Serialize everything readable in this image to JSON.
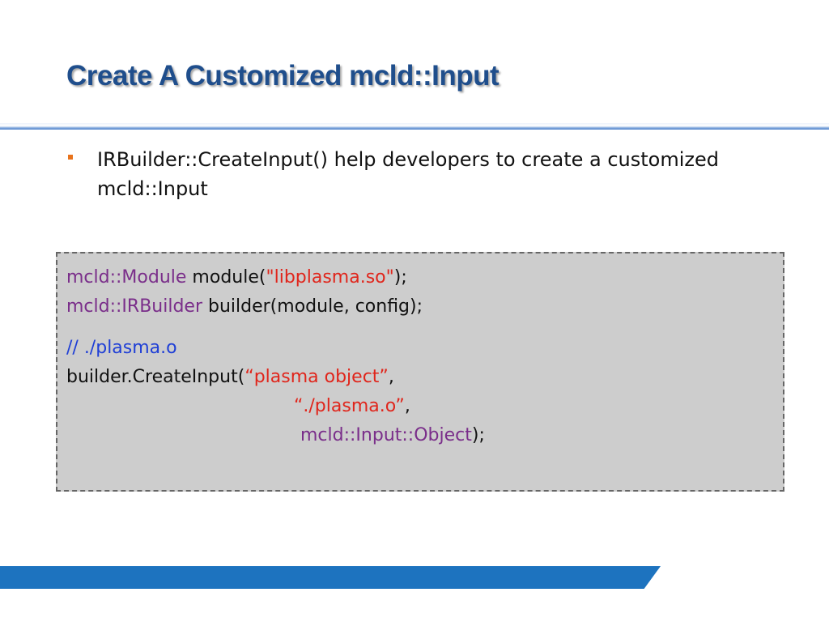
{
  "slide": {
    "title": "Create A Customized mcld::Input",
    "bullet": {
      "text": "IRBuilder::CreateInput() help developers to create a customized mcld::Input"
    },
    "code": {
      "line1": {
        "type": "mcld::Module",
        "rest_a": " module(",
        "string": "\"libplasma.so\"",
        "rest_b": ");"
      },
      "line2": {
        "type": "mcld::IRBuilder",
        "rest": " builder(module, config);"
      },
      "line3": {
        "comment": "// ./plasma.o"
      },
      "line4": {
        "prefix": "builder.CreateInput(",
        "string": "“plasma object”",
        "suffix": ","
      },
      "line5": {
        "string": "“./plasma.o”",
        "suffix": ","
      },
      "line6": {
        "type": "mcld::Input::Object",
        "suffix": ");"
      }
    },
    "colors": {
      "title": "#1f4e8c",
      "bullet_marker": "#e8731c",
      "code_background": "#cdcdcd",
      "code_type": "#7a2e8a",
      "code_string": "#e0251b",
      "code_comment": "#1f3fd6",
      "footer_bar": "#1d73bf"
    }
  }
}
